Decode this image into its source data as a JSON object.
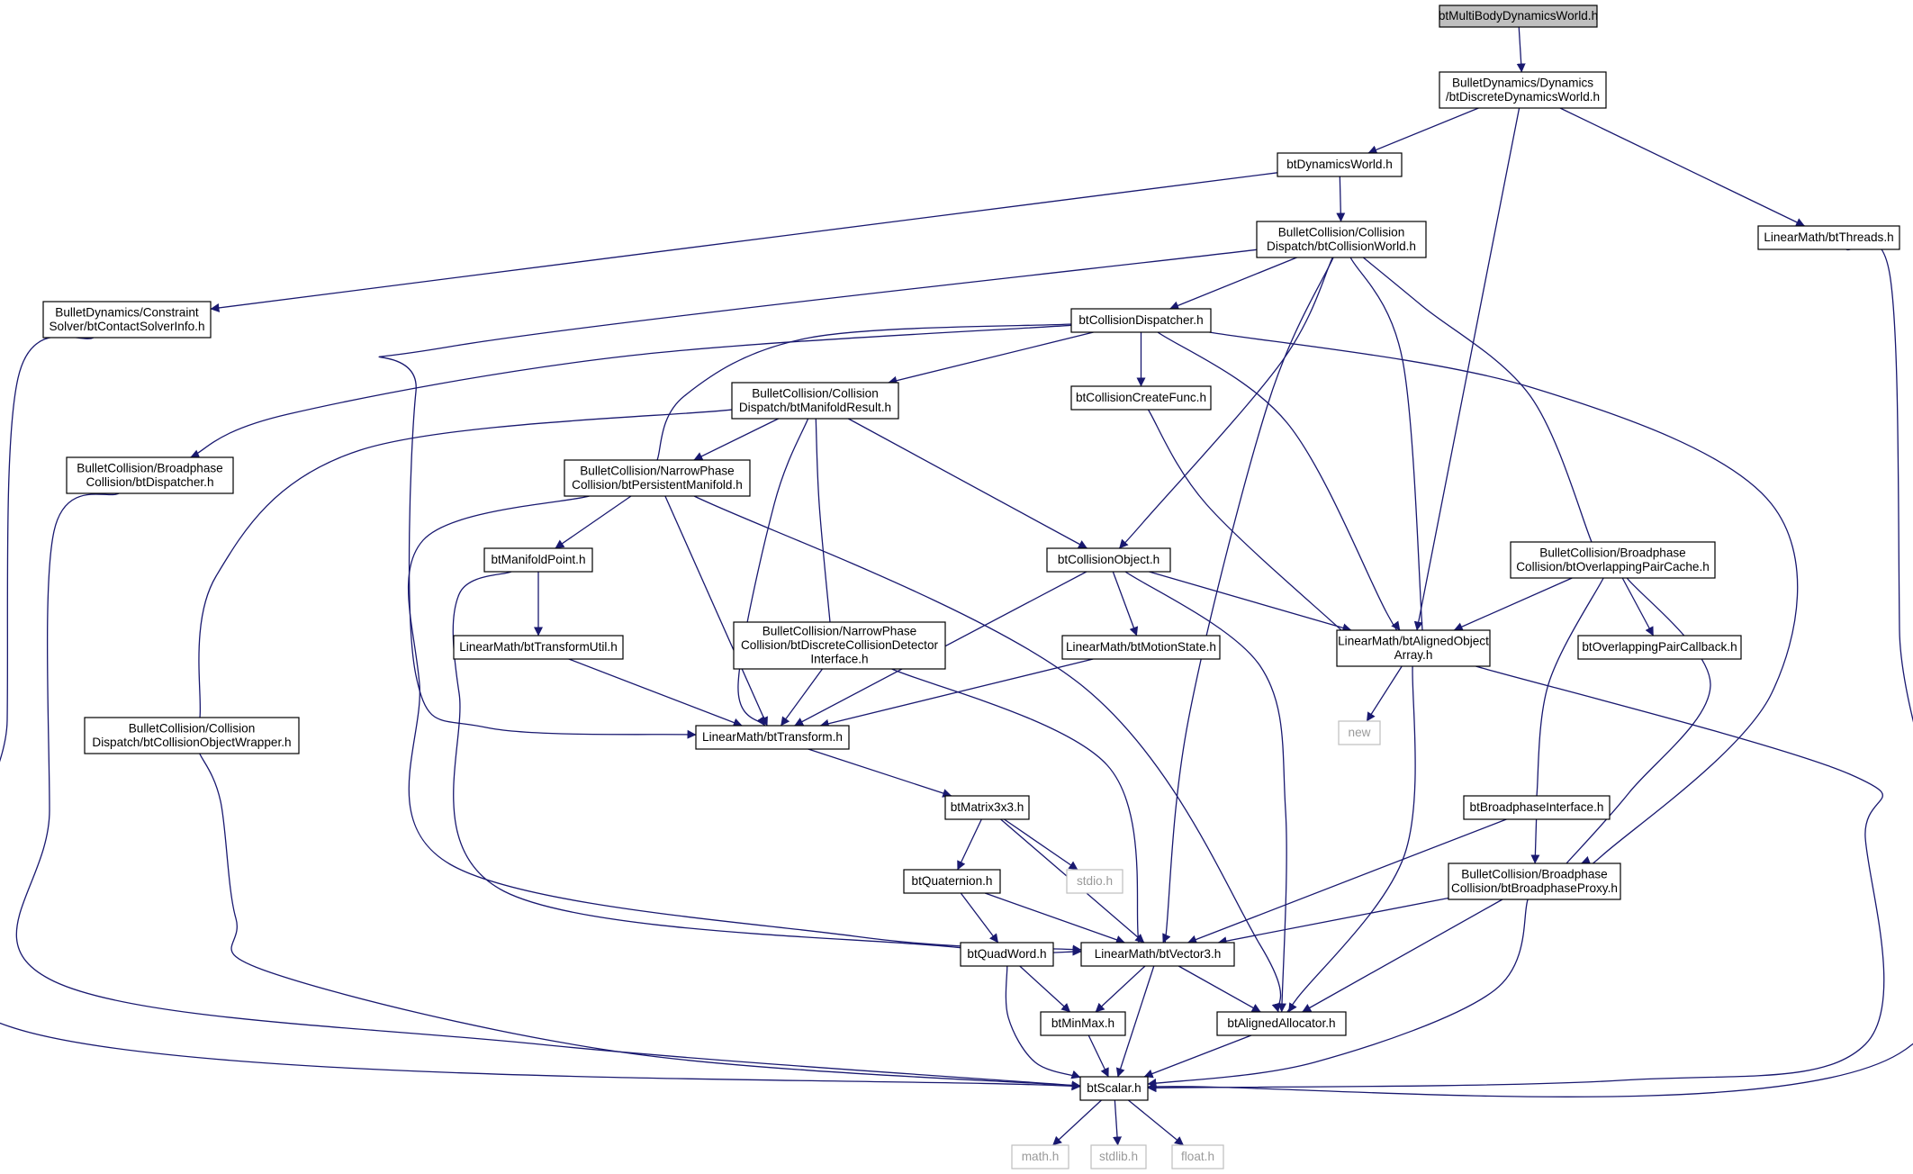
{
  "colors": {
    "edge": "#191970",
    "node_border": "#000000",
    "external_border": "#bfbfbf",
    "root_fill": "#bfbfbf",
    "background": "#ffffff"
  },
  "root": "bMBDW",
  "nodes": [
    {
      "id": "bMBDW",
      "lines": [
        "btMultiBodyDynamicsWorld.h"
      ],
      "kind": "root"
    },
    {
      "id": "DDW",
      "lines": [
        "BulletDynamics/Dynamics",
        "/btDiscreteDynamicsWorld.h"
      ],
      "kind": "header"
    },
    {
      "id": "DW",
      "lines": [
        "btDynamicsWorld.h"
      ],
      "kind": "header"
    },
    {
      "id": "THR",
      "lines": [
        "LinearMath/btThreads.h"
      ],
      "kind": "header"
    },
    {
      "id": "CW",
      "lines": [
        "BulletCollision/Collision",
        "Dispatch/btCollisionWorld.h"
      ],
      "kind": "header"
    },
    {
      "id": "CSI",
      "lines": [
        "BulletDynamics/Constraint",
        "Solver/btContactSolverInfo.h"
      ],
      "kind": "header"
    },
    {
      "id": "CD",
      "lines": [
        "btCollisionDispatcher.h"
      ],
      "kind": "header"
    },
    {
      "id": "MR",
      "lines": [
        "BulletCollision/Collision",
        "Dispatch/btManifoldResult.h"
      ],
      "kind": "header"
    },
    {
      "id": "CCF",
      "lines": [
        "btCollisionCreateFunc.h"
      ],
      "kind": "header"
    },
    {
      "id": "BD",
      "lines": [
        "BulletCollision/Broadphase",
        "Collision/btDispatcher.h"
      ],
      "kind": "header"
    },
    {
      "id": "PM",
      "lines": [
        "BulletCollision/NarrowPhase",
        "Collision/btPersistentManifold.h"
      ],
      "kind": "header"
    },
    {
      "id": "CO",
      "lines": [
        "btCollisionObject.h"
      ],
      "kind": "header"
    },
    {
      "id": "OPC",
      "lines": [
        "BulletCollision/Broadphase",
        "Collision/btOverlappingPairCache.h"
      ],
      "kind": "header"
    },
    {
      "id": "MP",
      "lines": [
        "btManifoldPoint.h"
      ],
      "kind": "header"
    },
    {
      "id": "DCDI",
      "lines": [
        "BulletCollision/NarrowPhase",
        "Collision/btDiscreteCollisionDetector",
        "Interface.h"
      ],
      "kind": "header"
    },
    {
      "id": "MS",
      "lines": [
        "LinearMath/btMotionState.h"
      ],
      "kind": "header"
    },
    {
      "id": "AOA",
      "lines": [
        "LinearMath/btAlignedObject",
        "Array.h"
      ],
      "kind": "header"
    },
    {
      "id": "OPCB",
      "lines": [
        "btOverlappingPairCallback.h"
      ],
      "kind": "header"
    },
    {
      "id": "TU",
      "lines": [
        "LinearMath/btTransformUtil.h"
      ],
      "kind": "header"
    },
    {
      "id": "COW",
      "lines": [
        "BulletCollision/Collision",
        "Dispatch/btCollisionObjectWrapper.h"
      ],
      "kind": "header"
    },
    {
      "id": "TR",
      "lines": [
        "LinearMath/btTransform.h"
      ],
      "kind": "header"
    },
    {
      "id": "NEW",
      "lines": [
        "new"
      ],
      "kind": "external"
    },
    {
      "id": "M33",
      "lines": [
        "btMatrix3x3.h"
      ],
      "kind": "header"
    },
    {
      "id": "BI",
      "lines": [
        "btBroadphaseInterface.h"
      ],
      "kind": "header"
    },
    {
      "id": "STDIO",
      "lines": [
        "stdio.h"
      ],
      "kind": "external"
    },
    {
      "id": "QU",
      "lines": [
        "btQuaternion.h"
      ],
      "kind": "header"
    },
    {
      "id": "BP",
      "lines": [
        "BulletCollision/Broadphase",
        "Collision/btBroadphaseProxy.h"
      ],
      "kind": "header"
    },
    {
      "id": "QW",
      "lines": [
        "btQuadWord.h"
      ],
      "kind": "header"
    },
    {
      "id": "V3",
      "lines": [
        "LinearMath/btVector3.h"
      ],
      "kind": "header"
    },
    {
      "id": "MM",
      "lines": [
        "btMinMax.h"
      ],
      "kind": "header"
    },
    {
      "id": "AA",
      "lines": [
        "btAlignedAllocator.h"
      ],
      "kind": "header"
    },
    {
      "id": "SC",
      "lines": [
        "btScalar.h"
      ],
      "kind": "header"
    },
    {
      "id": "MATH",
      "lines": [
        "math.h"
      ],
      "kind": "external"
    },
    {
      "id": "STDLIB",
      "lines": [
        "stdlib.h"
      ],
      "kind": "external"
    },
    {
      "id": "FLOAT",
      "lines": [
        "float.h"
      ],
      "kind": "external"
    }
  ],
  "edges": [
    [
      "bMBDW",
      "DDW"
    ],
    [
      "DDW",
      "DW"
    ],
    [
      "DDW",
      "AOA"
    ],
    [
      "DDW",
      "THR"
    ],
    [
      "DW",
      "CSI"
    ],
    [
      "DW",
      "CW"
    ],
    [
      "THR",
      "SC"
    ],
    [
      "CW",
      "TR"
    ],
    [
      "CW",
      "CD"
    ],
    [
      "CW",
      "CO"
    ],
    [
      "CW",
      "V3"
    ],
    [
      "CW",
      "AOA"
    ],
    [
      "CW",
      "OPC"
    ],
    [
      "CSI",
      "SC"
    ],
    [
      "CD",
      "BD"
    ],
    [
      "CD",
      "PM"
    ],
    [
      "CD",
      "MR"
    ],
    [
      "CD",
      "CCF"
    ],
    [
      "CD",
      "AOA"
    ],
    [
      "CD",
      "BP"
    ],
    [
      "MR",
      "COW"
    ],
    [
      "MR",
      "PM"
    ],
    [
      "MR",
      "TR"
    ],
    [
      "MR",
      "DCDI"
    ],
    [
      "MR",
      "CO"
    ],
    [
      "CCF",
      "AOA"
    ],
    [
      "BD",
      "SC"
    ],
    [
      "PM",
      "V3"
    ],
    [
      "PM",
      "MP"
    ],
    [
      "PM",
      "TR"
    ],
    [
      "PM",
      "AA"
    ],
    [
      "MP",
      "TU"
    ],
    [
      "MP",
      "V3"
    ],
    [
      "TU",
      "TR"
    ],
    [
      "DCDI",
      "TR"
    ],
    [
      "DCDI",
      "V3"
    ],
    [
      "CO",
      "TR"
    ],
    [
      "CO",
      "MS"
    ],
    [
      "CO",
      "AOA"
    ],
    [
      "CO",
      "AA"
    ],
    [
      "MS",
      "TR"
    ],
    [
      "OPC",
      "AOA"
    ],
    [
      "OPC",
      "OPCB"
    ],
    [
      "OPC",
      "BI"
    ],
    [
      "OPC",
      "BP"
    ],
    [
      "AOA",
      "NEW"
    ],
    [
      "AOA",
      "AA"
    ],
    [
      "AOA",
      "SC"
    ],
    [
      "COW",
      "SC"
    ],
    [
      "TR",
      "M33"
    ],
    [
      "M33",
      "QU"
    ],
    [
      "M33",
      "STDIO"
    ],
    [
      "M33",
      "V3"
    ],
    [
      "QU",
      "QW"
    ],
    [
      "QU",
      "V3"
    ],
    [
      "BI",
      "BP"
    ],
    [
      "BI",
      "V3"
    ],
    [
      "BP",
      "V3"
    ],
    [
      "BP",
      "AA"
    ],
    [
      "BP",
      "SC"
    ],
    [
      "QW",
      "MM"
    ],
    [
      "QW",
      "SC"
    ],
    [
      "V3",
      "MM"
    ],
    [
      "V3",
      "AA"
    ],
    [
      "V3",
      "SC"
    ],
    [
      "MM",
      "SC"
    ],
    [
      "AA",
      "SC"
    ],
    [
      "SC",
      "MATH"
    ],
    [
      "SC",
      "STDLIB"
    ],
    [
      "SC",
      "FLOAT"
    ]
  ]
}
